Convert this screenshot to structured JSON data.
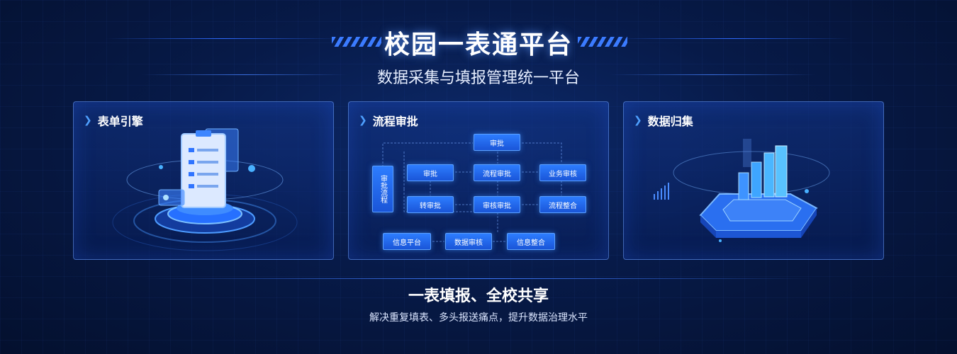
{
  "header": {
    "title": "校园一表通平台",
    "subtitle": "数据采集与填报管理统一平台"
  },
  "cards": [
    {
      "title": "表单引擎"
    },
    {
      "title": "流程审批",
      "nodes": {
        "top": "审批",
        "left_vertical": "审批流程",
        "r1c1": "审批",
        "r1c2": "流程审批",
        "r1c3": "业务审核",
        "r2c1": "转审批",
        "r2c2": "审核审批",
        "r2c3": "流程整合",
        "b1": "信息平台",
        "b2": "数据审核",
        "b3": "信息整合"
      }
    },
    {
      "title": "数据归集"
    }
  ],
  "footer": {
    "slogan": "一表填报、全校共享",
    "description": "解决重复填表、多头报送痛点，提升数据治理水平"
  },
  "colors": {
    "accent": "#2d7dff",
    "background": "#071a48"
  }
}
